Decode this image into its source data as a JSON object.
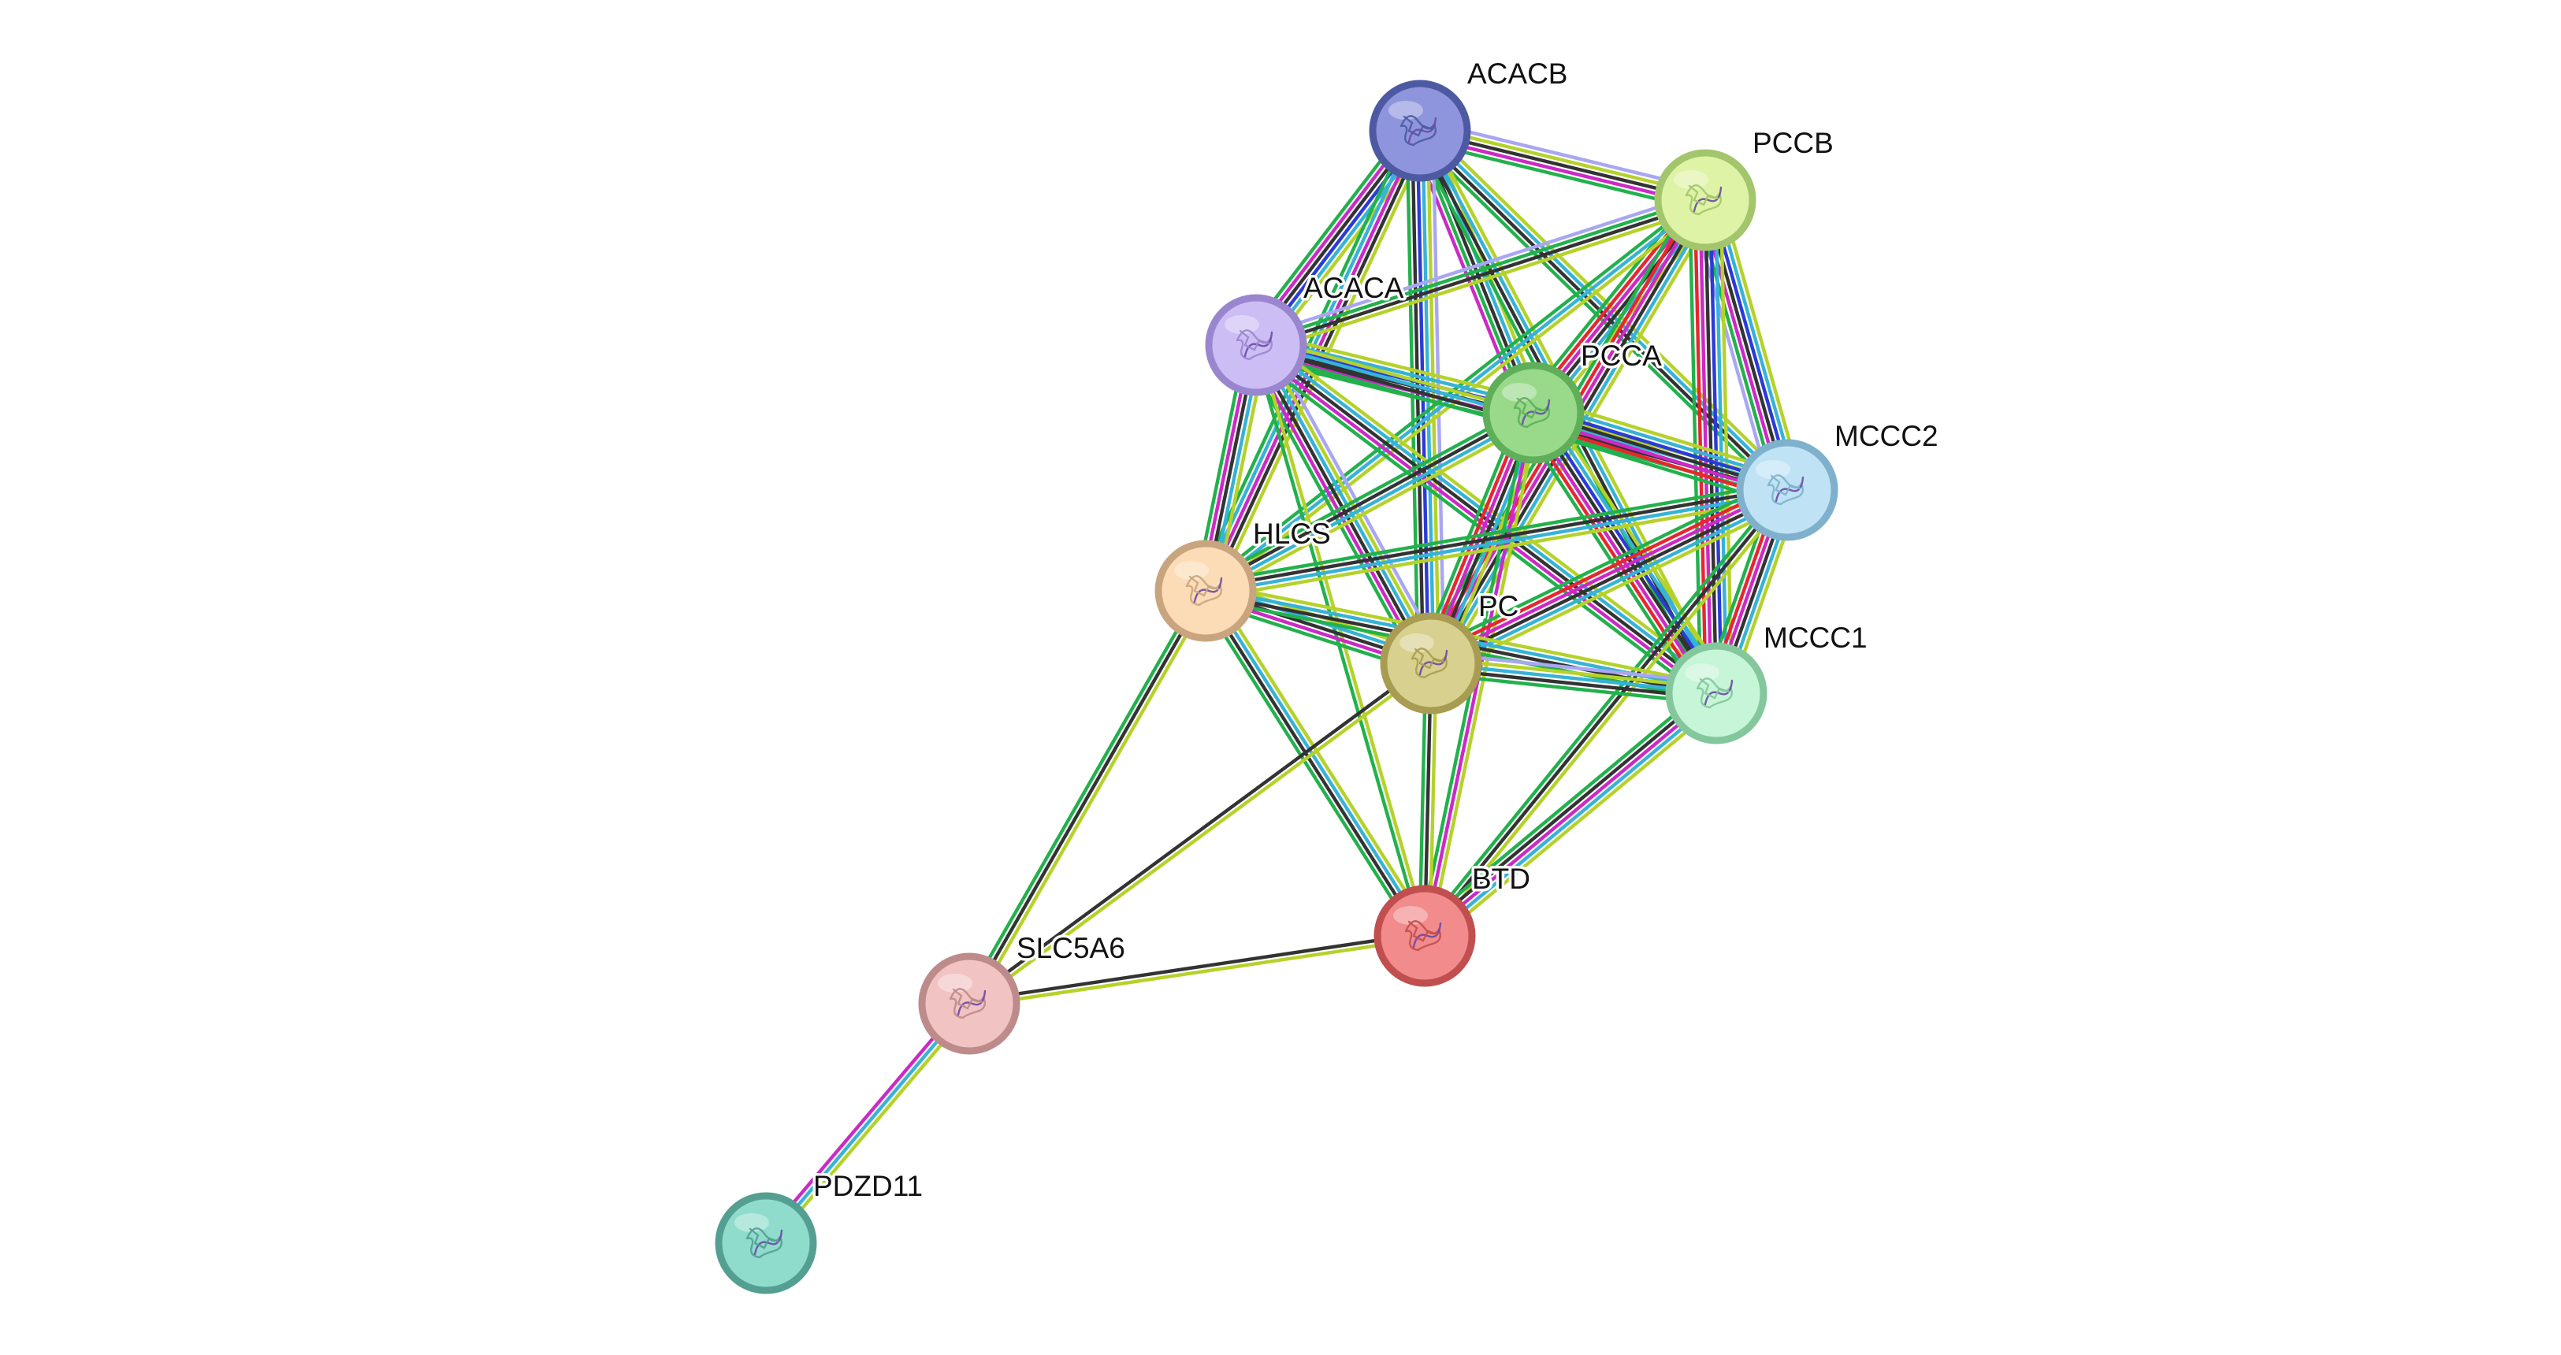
{
  "evidence_colors": {
    "neighborhood": "#22b14c",
    "fusion": "#e8262f",
    "cooccurrence": "#2a3bd8",
    "coexpression": "#333333",
    "experiments": "#cc29c7",
    "databases": "#36b3d6",
    "textmining": "#b5d22a",
    "homology": "#a9a6f2"
  },
  "proteins": [
    {
      "id": "ACACB",
      "label": "ACACB",
      "fill": "#8f95dc",
      "ring": "#4d5aa3",
      "icon": "protein-structure-icon"
    },
    {
      "id": "PCCB",
      "label": "PCCB",
      "fill": "#dff3a6",
      "ring": "#a3c66c",
      "icon": "protein-structure-icon"
    },
    {
      "id": "ACACA",
      "label": "ACACA",
      "fill": "#cdbdf5",
      "ring": "#9a86cf",
      "icon": "protein-structure-icon"
    },
    {
      "id": "PCCA",
      "label": "PCCA",
      "fill": "#98d98a",
      "ring": "#5fae5a",
      "icon": "protein-structure-icon"
    },
    {
      "id": "MCCC2",
      "label": "MCCC2",
      "fill": "#bfe3f5",
      "ring": "#7fb1cc",
      "icon": "protein-structure-icon"
    },
    {
      "id": "HLCS",
      "label": "HLCS",
      "fill": "#fbdcb6",
      "ring": "#c9a57f",
      "icon": "protein-structure-icon"
    },
    {
      "id": "PC",
      "label": "PC",
      "fill": "#d7d08e",
      "ring": "#a89c52",
      "icon": "protein-structure-icon"
    },
    {
      "id": "MCCC1",
      "label": "MCCC1",
      "fill": "#c6f5d7",
      "ring": "#84c79d",
      "icon": "protein-structure-icon"
    },
    {
      "id": "BTD",
      "label": "BTD",
      "fill": "#f28b8b",
      "ring": "#c24f4f",
      "icon": "protein-structure-icon"
    },
    {
      "id": "SLC5A6",
      "label": "SLC5A6",
      "fill": "#f2c3c3",
      "ring": "#be8b8b",
      "icon": "protein-structure-icon"
    },
    {
      "id": "PDZD11",
      "label": "PDZD11",
      "fill": "#8fdccd",
      "ring": "#559f92",
      "icon": "protein-structure-icon"
    }
  ],
  "interactions": [
    {
      "a": "ACACB",
      "b": "PCCB",
      "evidence": [
        "homology",
        "textmining",
        "coexpression",
        "experiments",
        "neighborhood"
      ]
    },
    {
      "a": "ACACB",
      "b": "ACACA",
      "evidence": [
        "textmining",
        "databases",
        "cooccurrence",
        "coexpression",
        "experiments",
        "neighborhood"
      ]
    },
    {
      "a": "ACACB",
      "b": "PCCA",
      "evidence": [
        "textmining",
        "databases",
        "coexpression",
        "neighborhood",
        "experiments"
      ]
    },
    {
      "a": "ACACB",
      "b": "MCCC2",
      "evidence": [
        "textmining",
        "databases",
        "coexpression",
        "neighborhood"
      ]
    },
    {
      "a": "ACACB",
      "b": "HLCS",
      "evidence": [
        "textmining",
        "coexpression",
        "experiments",
        "databases",
        "neighborhood"
      ]
    },
    {
      "a": "ACACB",
      "b": "PC",
      "evidence": [
        "homology",
        "textmining",
        "databases",
        "cooccurrence",
        "coexpression",
        "neighborhood"
      ]
    },
    {
      "a": "ACACB",
      "b": "MCCC1",
      "evidence": [
        "textmining",
        "databases",
        "coexpression",
        "neighborhood"
      ]
    },
    {
      "a": "PCCB",
      "b": "ACACA",
      "evidence": [
        "textmining",
        "coexpression",
        "neighborhood",
        "homology"
      ]
    },
    {
      "a": "PCCB",
      "b": "PCCA",
      "evidence": [
        "textmining",
        "databases",
        "coexpression",
        "experiments",
        "fusion",
        "neighborhood"
      ]
    },
    {
      "a": "PCCB",
      "b": "MCCC2",
      "evidence": [
        "textmining",
        "databases",
        "cooccurrence",
        "coexpression",
        "experiments",
        "neighborhood",
        "homology"
      ]
    },
    {
      "a": "PCCB",
      "b": "HLCS",
      "evidence": [
        "textmining",
        "databases",
        "neighborhood"
      ]
    },
    {
      "a": "PCCB",
      "b": "PC",
      "evidence": [
        "textmining",
        "databases",
        "coexpression",
        "experiments",
        "fusion",
        "neighborhood"
      ]
    },
    {
      "a": "PCCB",
      "b": "MCCC1",
      "evidence": [
        "textmining",
        "databases",
        "cooccurrence",
        "coexpression",
        "experiments",
        "fusion",
        "neighborhood"
      ]
    },
    {
      "a": "ACACA",
      "b": "PCCA",
      "evidence": [
        "textmining",
        "databases",
        "cooccurrence",
        "coexpression",
        "experiments",
        "neighborhood"
      ]
    },
    {
      "a": "ACACA",
      "b": "MCCC2",
      "evidence": [
        "textmining",
        "databases",
        "coexpression",
        "neighborhood"
      ]
    },
    {
      "a": "ACACA",
      "b": "HLCS",
      "evidence": [
        "textmining",
        "databases",
        "coexpression",
        "experiments",
        "neighborhood"
      ]
    },
    {
      "a": "ACACA",
      "b": "PC",
      "evidence": [
        "homology",
        "textmining",
        "databases",
        "coexpression",
        "experiments",
        "neighborhood"
      ]
    },
    {
      "a": "ACACA",
      "b": "MCCC1",
      "evidence": [
        "textmining",
        "databases",
        "coexpression",
        "experiments",
        "neighborhood"
      ]
    },
    {
      "a": "ACACA",
      "b": "BTD",
      "evidence": [
        "textmining",
        "neighborhood"
      ]
    },
    {
      "a": "PCCA",
      "b": "MCCC2",
      "evidence": [
        "textmining",
        "databases",
        "cooccurrence",
        "coexpression",
        "experiments",
        "fusion",
        "neighborhood"
      ]
    },
    {
      "a": "PCCA",
      "b": "HLCS",
      "evidence": [
        "textmining",
        "databases",
        "coexpression",
        "neighborhood"
      ]
    },
    {
      "a": "PCCA",
      "b": "PC",
      "evidence": [
        "textmining",
        "databases",
        "coexpression",
        "experiments",
        "fusion",
        "neighborhood"
      ]
    },
    {
      "a": "PCCA",
      "b": "MCCC1",
      "evidence": [
        "textmining",
        "databases",
        "cooccurrence",
        "coexpression",
        "experiments",
        "fusion",
        "neighborhood"
      ]
    },
    {
      "a": "PCCA",
      "b": "BTD",
      "evidence": [
        "textmining",
        "experiments",
        "neighborhood"
      ]
    },
    {
      "a": "MCCC2",
      "b": "HLCS",
      "evidence": [
        "textmining",
        "databases",
        "coexpression",
        "neighborhood"
      ]
    },
    {
      "a": "MCCC2",
      "b": "PC",
      "evidence": [
        "textmining",
        "databases",
        "coexpression",
        "experiments",
        "fusion",
        "neighborhood"
      ]
    },
    {
      "a": "MCCC2",
      "b": "MCCC1",
      "evidence": [
        "textmining",
        "databases",
        "coexpression",
        "experiments",
        "fusion",
        "neighborhood"
      ]
    },
    {
      "a": "MCCC2",
      "b": "BTD",
      "evidence": [
        "textmining",
        "coexpression",
        "neighborhood"
      ]
    },
    {
      "a": "HLCS",
      "b": "PC",
      "evidence": [
        "textmining",
        "databases",
        "coexpression",
        "experiments",
        "neighborhood"
      ]
    },
    {
      "a": "HLCS",
      "b": "MCCC1",
      "evidence": [
        "textmining",
        "databases",
        "coexpression",
        "neighborhood"
      ]
    },
    {
      "a": "HLCS",
      "b": "BTD",
      "evidence": [
        "textmining",
        "databases",
        "coexpression",
        "neighborhood"
      ]
    },
    {
      "a": "HLCS",
      "b": "SLC5A6",
      "evidence": [
        "textmining",
        "coexpression",
        "neighborhood"
      ]
    },
    {
      "a": "PC",
      "b": "MCCC1",
      "evidence": [
        "homology",
        "textmining",
        "databases",
        "coexpression",
        "neighborhood"
      ]
    },
    {
      "a": "PC",
      "b": "BTD",
      "evidence": [
        "textmining",
        "coexpression",
        "neighborhood"
      ]
    },
    {
      "a": "PC",
      "b": "SLC5A6",
      "evidence": [
        "textmining",
        "coexpression"
      ]
    },
    {
      "a": "MCCC1",
      "b": "BTD",
      "evidence": [
        "textmining",
        "databases",
        "experiments",
        "coexpression",
        "neighborhood"
      ]
    },
    {
      "a": "BTD",
      "b": "SLC5A6",
      "evidence": [
        "textmining",
        "coexpression"
      ]
    },
    {
      "a": "SLC5A6",
      "b": "PDZD11",
      "evidence": [
        "textmining",
        "databases",
        "experiments"
      ]
    }
  ]
}
